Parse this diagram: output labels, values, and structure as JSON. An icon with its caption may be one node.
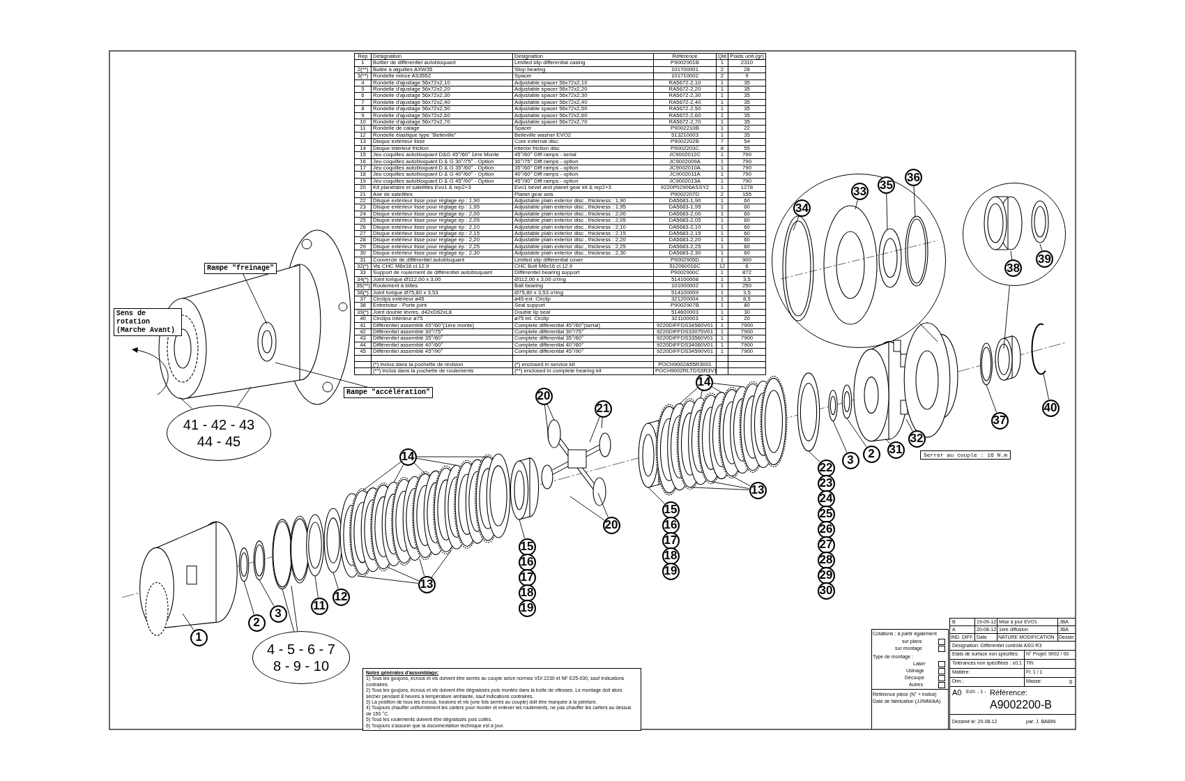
{
  "diagram": {
    "nodes": [
      {
        "text": [],
        "shape": "circle"
      },
      {
        "text": [
          "34"
        ],
        "in": 0
      },
      {
        "text": [
          "33"
        ],
        "in": 0
      },
      {
        "text": [
          "35"
        ],
        "in": 0
      },
      {
        "text": [
          "36"
        ],
        "in": 0
      },
      {
        "text": [],
        "shape": "circle"
      },
      {
        "text": [
          "38"
        ],
        "in": 5
      },
      {
        "text": [
          "39"
        ],
        "in": 5
      },
      {
        "text": [
          "Rampe \"freinage\""
        ]
      },
      {
        "text": [
          "Sens de rotation (Marche Avant)"
        ]
      },
      {
        "text": [
          "Rampe \"accélération\""
        ]
      },
      {
        "text": [
          "41 - 42 - 43 44 - 45"
        ]
      },
      {
        "text": [
          "14"
        ]
      },
      {
        "text": [
          "40"
        ]
      },
      {
        "text": [
          "37"
        ]
      },
      {
        "text": [
          "20"
        ]
      },
      {
        "text": [
          "21"
        ]
      },
      {
        "text": [
          "32"
        ]
      },
      {
        "text": [
          "31"
        ]
      },
      {
        "text": [
          "2"
        ]
      },
      {
        "text": [
          "3"
        ]
      },
      {
        "text": [
          "14"
        ]
      },
      {
        "text": [
          "13"
        ]
      },
      {
        "text": [
          "22"
        ]
      },
      {
        "text": [
          "23"
        ]
      },
      {
        "text": [
          "24"
        ]
      },
      {
        "text": [
          "25"
        ]
      },
      {
        "text": [
          "26"
        ]
      },
      {
        "text": [
          "27"
        ]
      },
      {
        "text": [
          "28"
        ]
      },
      {
        "text": [
          "29"
        ]
      },
      {
        "text": [
          "30"
        ]
      },
      {
        "text": [
          "15"
        ]
      },
      {
        "text": [
          "16"
        ]
      },
      {
        "text": [
          "17"
        ]
      },
      {
        "text": [
          "18"
        ]
      },
      {
        "text": [
          "19"
        ]
      },
      {
        "text": [
          "20"
        ]
      },
      {
        "text": [
          "15"
        ]
      },
      {
        "text": [
          "16"
        ]
      },
      {
        "text": [
          "17"
        ]
      },
      {
        "text": [
          "18"
        ]
      },
      {
        "text": [
          "19"
        ]
      },
      {
        "text": [
          "13"
        ]
      },
      {
        "text": [
          "12"
        ]
      },
      {
        "text": [
          "11"
        ]
      },
      {
        "text": [
          "3"
        ]
      },
      {
        "text": [
          "2"
        ]
      },
      {
        "text": [
          "1"
        ]
      },
      {
        "text": [
          "4 - 5 - 6 - 7 8 - 9 - 10"
        ]
      }
    ],
    "edges": [
      {
        "from": 0,
        "to": null,
        "arrow": "none"
      },
      {
        "from": 5,
        "to": null,
        "arrow": "none"
      },
      {
        "from": 1,
        "to": null,
        "arrow": "none"
      },
      {
        "from": 2,
        "to": null,
        "arrow": "none"
      },
      {
        "from": 3,
        "to": null,
        "arrow": "none"
      },
      {
        "from": 4,
        "to": null,
        "arrow": "none"
      },
      {
        "from": 6,
        "to": null,
        "arrow": "none"
      },
      {
        "from": 7,
        "to": null,
        "arrow": "none"
      },
      {
        "from": 8,
        "to": null,
        "arrow": "none"
      },
      {
        "from": 10,
        "to": null,
        "arrow": "none"
      },
      {
        "from": 11,
        "to": null,
        "arrow": "none"
      },
      {
        "from": 11,
        "to": null,
        "arrow": "none"
      },
      {
        "from": 12,
        "to": null,
        "arrow": "none"
      },
      {
        "from": 12,
        "to": null,
        "arrow": "none"
      },
      {
        "from": 12,
        "to": null,
        "arrow": "none"
      },
      {
        "from": 12,
        "to": null,
        "arrow": "none"
      },
      {
        "from": 22,
        "to": null,
        "arrow": "none"
      },
      {
        "from": 22,
        "to": null,
        "arrow": "none"
      },
      {
        "from": 22,
        "to": null,
        "arrow": "none"
      },
      {
        "from": 13,
        "to": null,
        "arrow": "none"
      },
      {
        "from": 14,
        "to": null,
        "arrow": "none"
      },
      {
        "from": 15,
        "to": null,
        "arrow": "none"
      },
      {
        "from": 15,
        "to": null,
        "arrow": "none"
      },
      {
        "from": 16,
        "to": null,
        "arrow": "none"
      },
      {
        "from": 16,
        "to": null,
        "arrow": "none"
      },
      {
        "from": 17,
        "to": null,
        "arrow": "none"
      },
      {
        "from": 18,
        "to": null,
        "arrow": "none"
      },
      {
        "from": 19,
        "to": null,
        "arrow": "none"
      },
      {
        "from": 20,
        "to": null,
        "arrow": "none"
      },
      {
        "from": 21,
        "to": null,
        "arrow": "none"
      },
      {
        "from": 21,
        "to": null,
        "arrow": "none"
      },
      {
        "from": 21,
        "to": null,
        "arrow": "none"
      },
      {
        "from": 21,
        "to": null,
        "arrow": "none"
      },
      {
        "from": 21,
        "to": null,
        "arrow": "none"
      },
      {
        "from": 23,
        "to": null,
        "arrow": "none"
      },
      {
        "from": 32,
        "to": null,
        "arrow": "none"
      },
      {
        "from": 37,
        "to": null,
        "arrow": "none"
      },
      {
        "from": 37,
        "to": null,
        "arrow": "none"
      },
      {
        "from": 38,
        "to": null,
        "arrow": "none"
      },
      {
        "from": 43,
        "to": null,
        "arrow": "none"
      },
      {
        "from": 43,
        "to": null,
        "arrow": "none"
      },
      {
        "from": 43,
        "to": null,
        "arrow": "none"
      },
      {
        "from": 43,
        "to": null,
        "arrow": "none"
      },
      {
        "from": 44,
        "to": null,
        "arrow": "none"
      },
      {
        "from": 45,
        "to": null,
        "arrow": "none"
      },
      {
        "from": 46,
        "to": null,
        "arrow": "none"
      },
      {
        "from": 47,
        "to": null,
        "arrow": "none"
      },
      {
        "from": 48,
        "to": null,
        "arrow": "none"
      },
      {
        "from": 49,
        "to": null,
        "arrow": "none"
      },
      {
        "from": 49,
        "to": null,
        "arrow": "none"
      }
    ],
    "labels": [
      "Rep",
      "Désignation",
      "Designation",
      "Référence",
      "Qté",
      "Poids unit.(gr)",
      "1",
      "Boîtier de différentiel autobloquant",
      "Limited slip differential casing",
      "P9002901B",
      "1",
      "2310",
      "2(**)",
      "Butée à aiguilles AXW35",
      "Stop bearing",
      "101700001",
      "2",
      "28",
      "3(**)",
      "Rondelle mince AS3552",
      "Spacer",
      "101710002",
      "2",
      "9",
      "4",
      "Rondelle d'ajustage 56x72x2,10",
      "Adjustable spacer 56x72x2,10",
      "RA5672-2,10",
      "1",
      "35",
      "5",
      "Rondelle d'ajustage 56x72x2,20",
      "Adjustable spacer 56x72x2,20",
      "RA5672-2,20",
      "1",
      "35",
      "6",
      "Rondelle d'ajustage 56x72x2,30",
      "Adjustable spacer 56x72x2,30",
      "RA5672-2,30",
      "1",
      "35",
      "7",
      "Rondelle d'ajustage 56x72x2,40",
      "Adjustable spacer 56x72x2,40",
      "RA5672-2,40",
      "1",
      "35",
      "8",
      "Rondelle d'ajustage 56x72x2,50",
      "Adjustable spacer 56x72x2,50",
      "RA5672-2,50",
      "1",
      "35",
      "9",
      "Rondelle d'ajustage 56x72x2,60",
      "Adjustable spacer 56x72x2,60",
      "RA5672-2,60",
      "1",
      "35",
      "10",
      "Rondelle d'ajustage 56x72x2,70",
      "Adjustable spacer 56x72x2,70",
      "RA5672-2,70",
      "1",
      "35",
      "11",
      "Rondelle de calage",
      "Spacer",
      "P9002210B",
      "1",
      "22",
      "12",
      "Rondelle élastique type \"Belleville\"",
      "Belleville washer EVO2",
      "513210003",
      "1",
      "35",
      "13",
      "Disque extérieur lisse",
      "Core external disc",
      "P9002202B",
      "7",
      "54",
      "14",
      "Disque intérieur friction",
      "interior friction disc",
      "P9002203C",
      "8",
      "55",
      "15",
      "Jeu coquilles autobloquant D&G 45°/60° 1ère Monte",
      "45°/60° Diff ramps - serial",
      "JC9002012C",
      "1",
      "790",
      "16",
      "Jeu coquilles autobloquant D & G 30°/75° - Option",
      "30°/75° Diff ramps - option",
      "JC9002009A",
      "1",
      "790",
      "17",
      "Jeu coquilles autobloquant D & G 35°/60° - Option",
      "35°/60° Diff ramps - option",
      "JC9002010A",
      "1",
      "790",
      "18",
      "Jeu coquilles autobloquant D & G 40°/60° - Option",
      "40°/60° Diff ramps - option",
      "JC9002011A",
      "1",
      "790",
      "19",
      "Jeu coquilles autobloquant D & G 45°/90° - Option",
      "45°/90° Diff ramps - option",
      "JC9002013A",
      "1",
      "790",
      "20",
      "Kit planétaire et satellites Evo1 & rep2+3",
      "Evo1 bevel and planet gear kit & rep2+3",
      "9220P02906ASSY2",
      "1",
      "1278",
      "21",
      "Axe de satellites",
      "Planet gear axis",
      "P9002207D",
      "2",
      "155",
      "22",
      "Disque extérieur lisse pour réglage ép : 1,90",
      "Adjustable plain exterior disc , thickness : 1,90",
      "DA5683-1,90",
      "1",
      "60",
      "23",
      "Disque extérieur lisse pour réglage ép : 1,95",
      "Adjustable plain exterior disc , thickness : 1,95",
      "DA5683-1,95",
      "1",
      "60",
      "24",
      "Disque extérieur lisse pour réglage ép : 2,00",
      "Adjustable plain exterior disc , thickness : 2,00",
      "DA5683-2,00",
      "1",
      "60",
      "25",
      "Disque extérieur lisse pour réglage ép : 2,05",
      "Adjustable plain exterior disc , thickness : 2,05",
      "DA5683-2,05",
      "1",
      "60",
      "26",
      "Disque extérieur lisse pour réglage ép : 2,10",
      "Adjustable plain exterior disc , thickness : 2,10",
      "DA5683-2,10",
      "1",
      "60",
      "27",
      "Disque extérieur lisse pour réglage ép : 2,15",
      "Adjustable plain exterior disc , thickness : 2,15",
      "DA5683-2,15",
      "1",
      "60",
      "28",
      "Disque extérieur lisse pour réglage ép : 2,20",
      "Adjustable plain exterior disc , thickness : 2,20",
      "DA5683-2,20",
      "1",
      "60",
      "29",
      "Disque extérieur lisse pour réglage ép : 2,25",
      "Adjustable plain exterior disc , thickness : 2,25",
      "DA5683-2,25",
      "1",
      "60",
      "30",
      "Disque extérieur lisse pour réglage ép : 2,30",
      "Adjustable plain exterior disc , thickness : 2,30",
      "DA5683-2,30",
      "1",
      "60",
      "31",
      "Couvercle de différentiel autobloquant",
      "Limited slip differential cover",
      "P9002905D",
      "1",
      "900",
      "32(*)",
      "Vis CHC M6x16 cl.12.9",
      "CHC Bolt M6x16 cl.12.9",
      "512060016C",
      "12",
      "6",
      "33",
      "Support de roulement de différentiel autobloquant",
      "Différentiel bearing support",
      "P9002900C",
      "1",
      "872",
      "34(*)",
      "Joint torique Ø112,00 x 3,00",
      "Ø112,00 x 3,00 o'ring",
      "514100008",
      "1",
      "3,5",
      "35(**)",
      "Roulement à billes",
      "Ball bearing",
      "101000002",
      "1",
      "250",
      "36(*)",
      "Joint torique Ø75,80 x 3,53",
      "Ø75,80 x 3,53 o'ring",
      "514100009",
      "1",
      "3,5",
      "37",
      "Circlips extérieur ø45",
      "ø45 ext. Circlip",
      "321200004",
      "1",
      "8,5",
      "38",
      "Entretoise - Porte joint",
      "Seal support",
      "P9002907B",
      "1",
      "80",
      "39(*)",
      "Joint double lèvres, d42xD62xL8",
      "Double lip seal",
      "514600003",
      "1",
      "30",
      "40",
      "Circlips intérieur ø75",
      "ø75 int. Circlip",
      "321100003",
      "1",
      "20",
      "41",
      "Différentiel assemblé 45°/60°(1ère monte)",
      "Complete differential 45°/60°(serial)",
      "9220DIFFDS34560V01",
      "1",
      "7900",
      "42",
      "Différentiel assemblé 30°/75°",
      "Complete differential 30°/75°",
      "9220DIFFDS33075V01",
      "1",
      "7900",
      "43",
      "Différentiel assemblé 35°/60°",
      "Complete differential 35°/60°",
      "9220DIFFDS33560V01",
      "1",
      "7900",
      "44",
      "Différentiel assemblé 40°/60°",
      "Complete differential 40°/60°",
      "9220DIFFDS34060V01",
      "1",
      "7900",
      "45",
      "Différentiel assemblé 45°/90°",
      "Complete differential 45°/90°",
      "9220DIFFDS34590V01",
      "1",
      "7900",
      "(*) inclus dans la pochette de révision",
      "(*) enclosed in service kit",
      "POCH9002A55R3001",
      "(**) inclus dans la pochette de roulements",
      "(**) enclosed in complete bearing kit",
      "POCH9002RLTDS3R3V1",
      "Notes générales d'assemblage:",
      "1) Tous les goujons, écrous et vis doivent être serrés au couple selon normes VDI 2230 et NF E25-030, sauf indications contraires.",
      "2) Tous les goujons, écrous et vis doivent être dégraissés puis montés dans la boîte de vitesses. Le montage doit alors sécher pendant 8 heures à température ambiante, sauf indications contraires.",
      "3) La position de tous les écrous, boulons et vis (une fois serrés au couple) doit être marquée à la peinture.",
      "4) Toujours chauffer uniformément les carters pour monter et enlever les roulements, ne pas chauffer les carters au dessus de 150 °C.",
      "5) Tous les roulements doivent être dégraissés puis collés.",
      "6) Toujours s'assurer que la documentation technique est à jour.",
      "Cotations : à partir également",
      "sur plans",
      "sur montage",
      "Type de montage :",
      "Laser",
      "Usinage",
      "Découpe",
      "Autres",
      "Référence pièce (N° + indice)",
      "Date de fabrication (JJ/MM/AA)",
      "B",
      "19-09-12",
      "Mise à jour EVO1",
      "JBA",
      "A",
      "20-08-12",
      "1ère diffusion",
      "JBA",
      "IND. DIFF.",
      "Date",
      "NATURE MODIFICATION",
      "Dessin",
      "Désignation: Différentiel contrôlé ASG R3",
      "Etats de surface non spécifiés:",
      "N° Projet: 9002 / 00",
      "Tolérances non spécifiées : ±0,1",
      "Tth:",
      "Matière:",
      "Fl: 1 / 1",
      "Dim.:",
      "Masse:",
      "g",
      "A0",
      "Ech: - 1 -",
      "Référence:",
      "A9002200-B",
      "Dessiné le: 20-08-12",
      "par: J. BABIN",
      "Serrer au couple : 16 N.m"
    ]
  }
}
